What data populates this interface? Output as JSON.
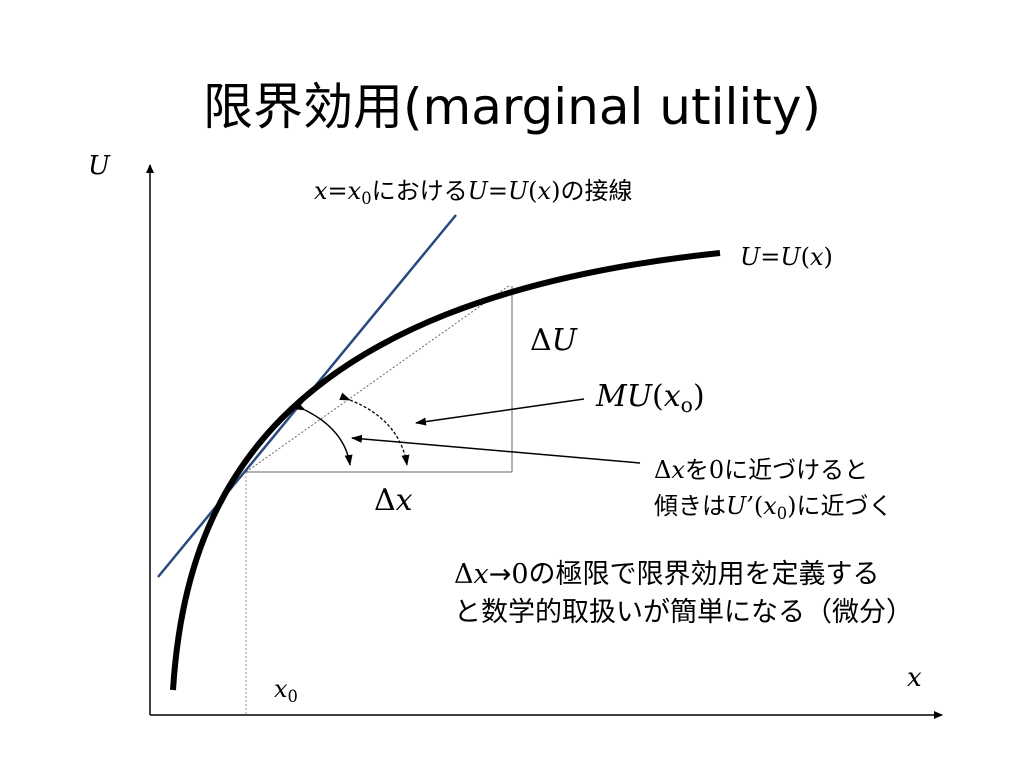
{
  "slide": {
    "title_jp": "限界効用",
    "title_en": "(marginal utility)"
  },
  "axes": {
    "y_label": "U",
    "x_label": "x",
    "x0_main": "x",
    "x0_sub": "0"
  },
  "labels": {
    "tangent": {
      "x": "x",
      "eq": "=",
      "x0": "x",
      "x0_sub": "0",
      "text1": "における",
      "U1": "U",
      "eq2": "=",
      "U2": "U",
      "paren_open": "(",
      "x_in": "x",
      "paren_close": ")",
      "text2": "の接線"
    },
    "curve": {
      "U1": "U",
      "eq": "=",
      "U2": "U",
      "paren_open": "(",
      "x_in": "x",
      "paren_close": ")"
    },
    "delta_u": {
      "delta": "Δ",
      "var": "U"
    },
    "delta_x": {
      "delta": "Δ",
      "var": "x"
    },
    "mu": {
      "MU": "MU",
      "paren_open": "(",
      "x": "x",
      "sub": "o",
      "paren_close": ")"
    },
    "note1": {
      "line1_delta": "Δ",
      "line1_x": "x",
      "line1_text1": "を",
      "line1_zero": "0",
      "line1_text2": "に近づけると",
      "line2_text1": "傾きは",
      "line2_U": "U’",
      "line2_open": "(",
      "line2_x": "x",
      "line2_sub": "0",
      "line2_close": ")",
      "line2_text2": "に近づく"
    },
    "note2": {
      "delta": "Δ",
      "x": "x",
      "arrow": "→",
      "zero": "0",
      "text1": "の極限で限界効用を定義する",
      "line2": "と数学的取扱いが簡単になる（微分）"
    }
  },
  "colors": {
    "tangent_line": "#2a4a7f",
    "curve": "#000000"
  }
}
